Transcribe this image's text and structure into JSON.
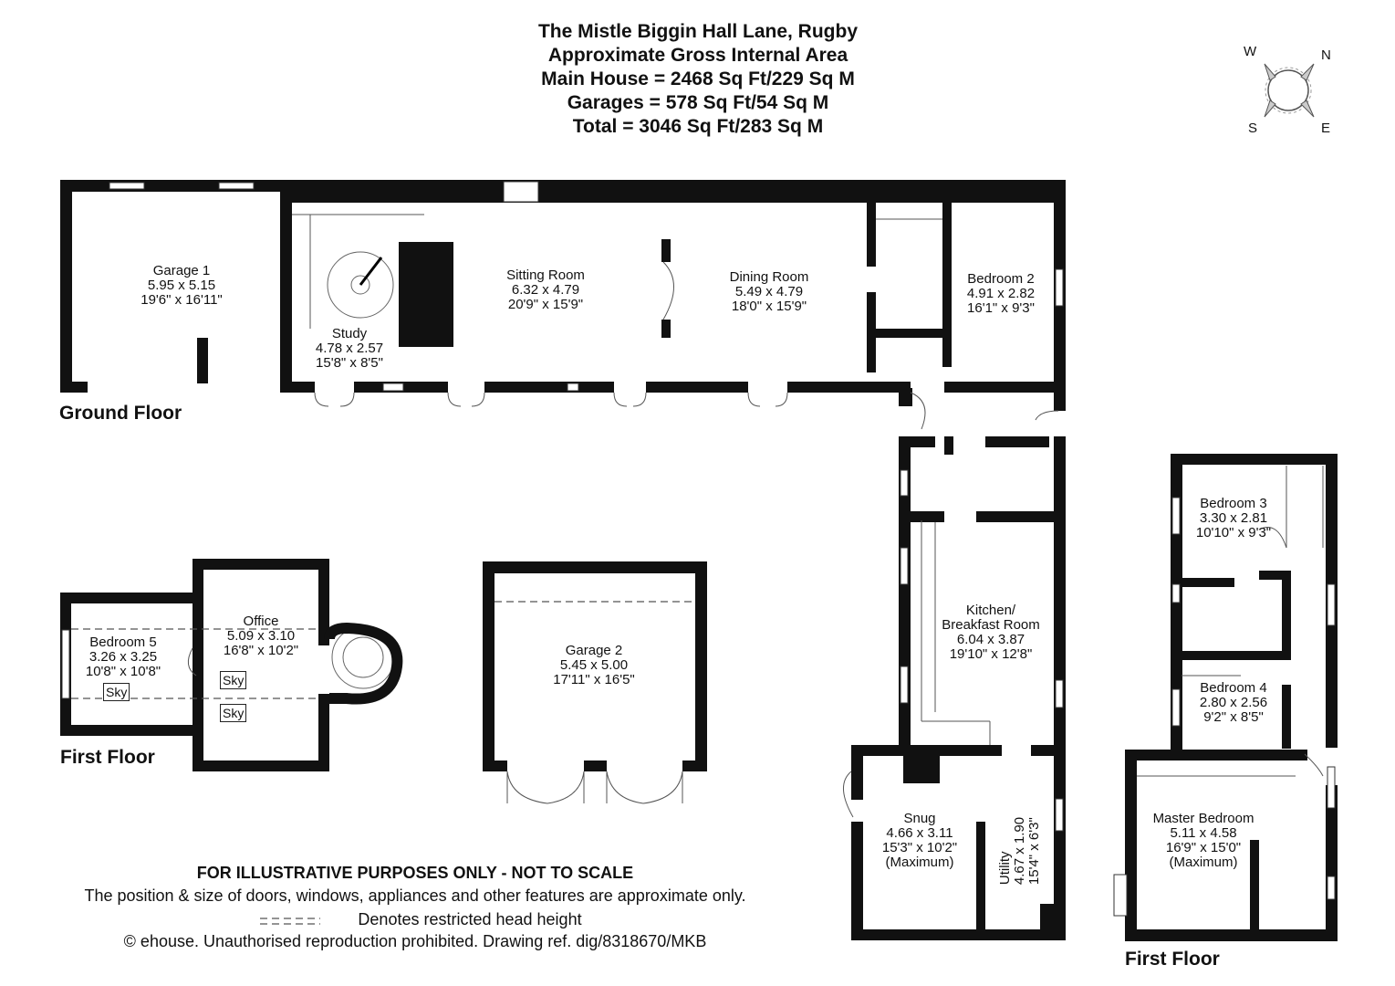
{
  "header": {
    "line1": "The Mistle Biggin Hall Lane, Rugby",
    "line2": "Approximate Gross Internal Area",
    "line3": "Main House = 2468 Sq Ft/229 Sq M",
    "line4": "Garages = 578 Sq Ft/54 Sq M",
    "line5": "Total = 3046 Sq Ft/283 Sq M"
  },
  "compass": {
    "w": "W",
    "n": "N",
    "s": "S",
    "e": "E"
  },
  "floors": {
    "ground": "Ground Floor",
    "first_left": "First Floor",
    "first_right": "First Floor"
  },
  "rooms": {
    "garage1": {
      "name": "Garage 1",
      "metric": "5.95 x 5.15",
      "imperial": "19'6\" x 16'11\""
    },
    "study": {
      "name": "Study",
      "metric": "4.78 x 2.57",
      "imperial": "15'8\" x 8'5\""
    },
    "sitting": {
      "name": "Sitting Room",
      "metric": "6.32 x 4.79",
      "imperial": "20'9\" x 15'9\""
    },
    "dining": {
      "name": "Dining Room",
      "metric": "5.49 x 4.79",
      "imperial": "18'0\" x 15'9\""
    },
    "bedroom2": {
      "name": "Bedroom 2",
      "metric": "4.91 x 2.82",
      "imperial": "16'1\" x 9'3\""
    },
    "bedroom5": {
      "name": "Bedroom 5",
      "metric": "3.26 x 3.25",
      "imperial": "10'8\" x 10'8\""
    },
    "office": {
      "name": "Office",
      "metric": "5.09 x 3.10",
      "imperial": "16'8\" x 10'2\""
    },
    "garage2": {
      "name": "Garage 2",
      "metric": "5.45 x 5.00",
      "imperial": "17'11\" x 16'5\""
    },
    "kitchen": {
      "name1": "Kitchen/",
      "name2": "Breakfast Room",
      "metric": "6.04 x 3.87",
      "imperial": "19'10\" x 12'8\""
    },
    "snug": {
      "name": "Snug",
      "metric": "4.66 x 3.11",
      "imperial": "15'3\" x 10'2\"",
      "note": "(Maximum)"
    },
    "utility": {
      "name": "Utility",
      "metric": "4.67 x 1.90",
      "imperial": "15'4\" x 6'3\""
    },
    "bedroom3": {
      "name": "Bedroom 3",
      "metric": "3.30 x 2.81",
      "imperial": "10'10\" x 9'3\""
    },
    "bedroom4": {
      "name": "Bedroom 4",
      "metric": "2.80 x 2.56",
      "imperial": "9'2\" x 8'5\""
    },
    "master": {
      "name": "Master Bedroom",
      "metric": "5.11 x 4.58",
      "imperial": "16'9\" x 15'0\"",
      "note": "(Maximum)"
    }
  },
  "skylights": [
    "Sky",
    "Sky",
    "Sky"
  ],
  "footer": {
    "disclaimer": "FOR ILLUSTRATIVE PURPOSES ONLY - NOT TO SCALE",
    "approx": "The position & size of doors, windows, appliances and other features are approximate only.",
    "head_height": "Denotes restricted head height",
    "copyright": "© ehouse. Unauthorised reproduction prohibited. Drawing ref. dig/8318670/MKB"
  }
}
